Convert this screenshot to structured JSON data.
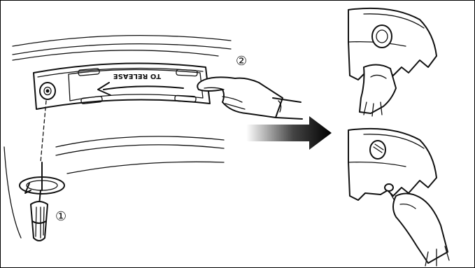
{
  "steps": [
    {
      "marker": "①"
    },
    {
      "marker": "②"
    }
  ],
  "panel": {
    "label": "TO RELEASE"
  },
  "icons": {
    "screwdriver": "screwdriver-icon",
    "hand": "hand-icon",
    "arrow": "gradient-arrow-icon",
    "filter_cover": "filter-cover-icon"
  }
}
